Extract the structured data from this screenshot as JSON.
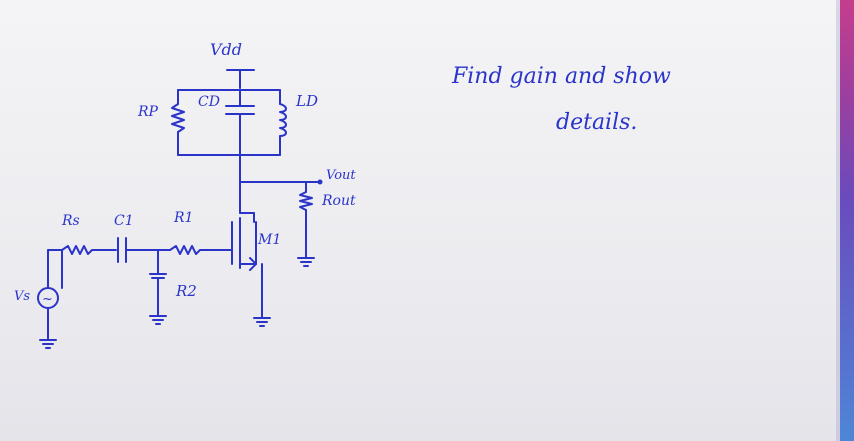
{
  "labels": {
    "vdd": "Vdd",
    "rp": "RP",
    "cd": "CD",
    "ld": "LD",
    "vout": "Vout",
    "rout": "Rout",
    "rs": "Rs",
    "c1": "C1",
    "r1": "R1",
    "m1": "M1",
    "r2": "R2",
    "vs": "Vs",
    "source_symbol": "~"
  },
  "note": {
    "line1": "Find gain and show",
    "line2": "details."
  },
  "colors": {
    "ink": "#2b34c9",
    "paper": "#eeeef2"
  }
}
